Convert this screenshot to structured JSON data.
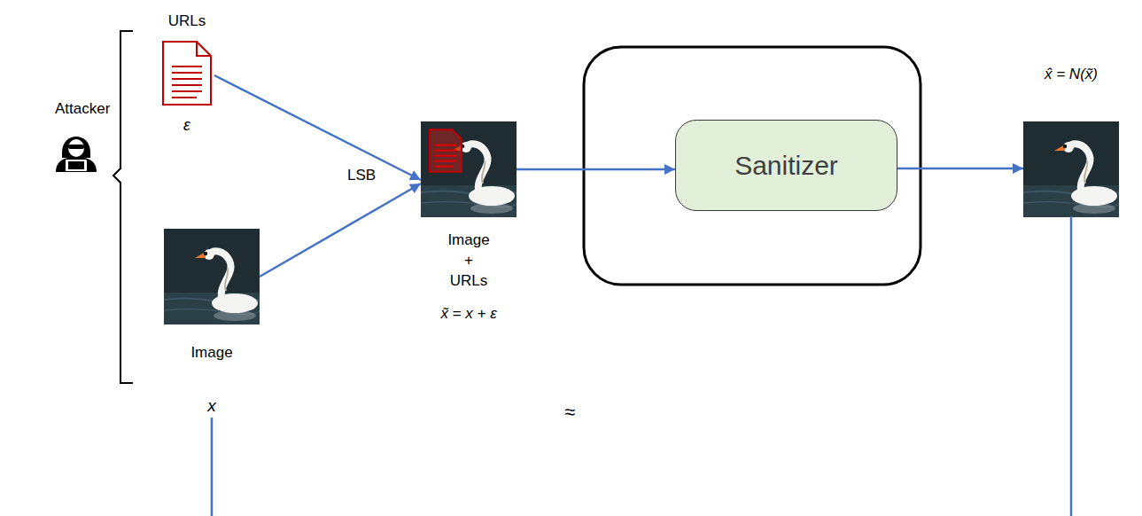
{
  "diagram": {
    "nodes": [
      {
        "text": [
          "URLs",
          "ε"
        ]
      },
      {
        "text": [
          "Image",
          "x"
        ]
      },
      {
        "text": [
          "Image + URLs",
          "x̃ = x + ε"
        ]
      },
      {
        "text": [
          "Sanitizer"
        ]
      },
      {
        "text": [
          "x̂ = N(x̃)"
        ]
      }
    ],
    "edges": [
      {
        "from": 0,
        "to": 2,
        "arrow": "to"
      },
      {
        "from": 1,
        "to": 2,
        "arrow": "to"
      },
      {
        "from": 2,
        "to": 3,
        "arrow": "to"
      },
      {
        "from": 3,
        "to": 4,
        "arrow": "to"
      },
      {
        "from": 1,
        "to": 4,
        "arrow": "none",
        "label": "≈"
      }
    ],
    "labels": [
      "Attacker",
      "LSB"
    ]
  }
}
